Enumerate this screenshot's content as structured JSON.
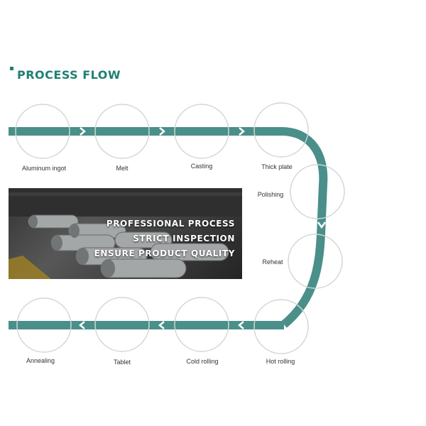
{
  "header": {
    "title": "PROCESS FLOW",
    "accent": "#1f7f73"
  },
  "colors": {
    "pipe": "#4a8f89",
    "arrow": "#ffffff",
    "node_border": "#cfd8d7"
  },
  "steps": [
    {
      "label": "Aluminum ingot",
      "icon": "ingot-stack-photo"
    },
    {
      "label": "Melt",
      "icon": "furnace-photo"
    },
    {
      "label": "Casting",
      "icon": "casting-machine-photo"
    },
    {
      "label": "Thick plate",
      "icon": "thick-plate-photo"
    },
    {
      "label": "Polishing",
      "icon": "polishing-roll-photo"
    },
    {
      "label": "Reheat",
      "icon": "reheat-furnace-photo"
    },
    {
      "label": "Hot rolling",
      "icon": "hot-rolling-mill-photo"
    },
    {
      "label": "Cold rolling",
      "icon": "cold-rolling-mill-photo"
    },
    {
      "label": "Tablet",
      "icon": "tablet-worker-photo"
    },
    {
      "label": "Annealing",
      "icon": "annealing-furnace-photo"
    }
  ],
  "banner": {
    "lines": [
      "PROFESSIONAL PROCESS",
      "STRICT INSPECTION",
      "ENSURE PRODUCT QUALITY"
    ]
  }
}
